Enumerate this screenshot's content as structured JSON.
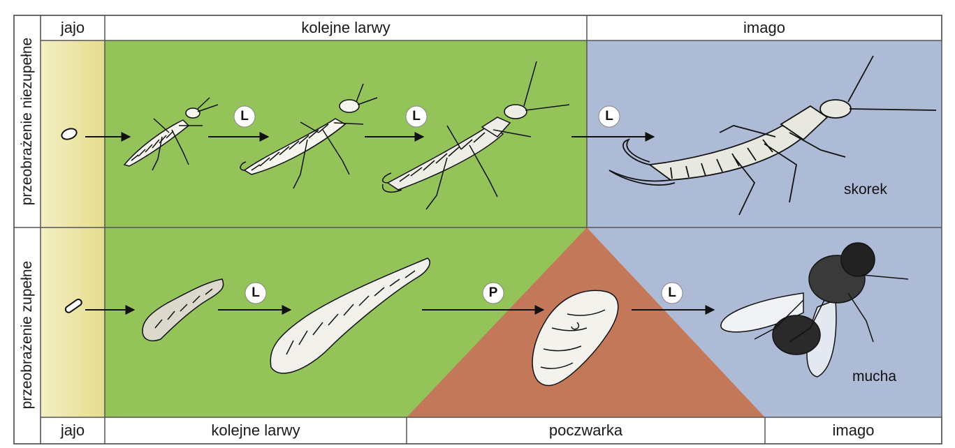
{
  "top_row": {
    "egg_header": "jajo",
    "larvae_header": "kolejne larwy",
    "adult_header": "imago",
    "side_label": "przeobrażenie niezupełne",
    "animal_label": "skorek",
    "transitions": [
      "L",
      "L",
      "L"
    ]
  },
  "bottom_row": {
    "egg_header": "jajo",
    "larvae_header": "kolejne larwy",
    "pupa_header": "poczwarka",
    "adult_header": "imago",
    "side_label": "przeobrażenie zupełne",
    "animal_label": "mucha",
    "transitions": [
      "L",
      "P",
      "L"
    ]
  },
  "colors": {
    "egg_zone": "#efe7a6",
    "larvae_zone": "#94c35a",
    "adult_zone": "#aebbd6",
    "pupa_zone": "#c4785a",
    "grid_line": "#555555",
    "bubble_fill": "#ffffff"
  }
}
